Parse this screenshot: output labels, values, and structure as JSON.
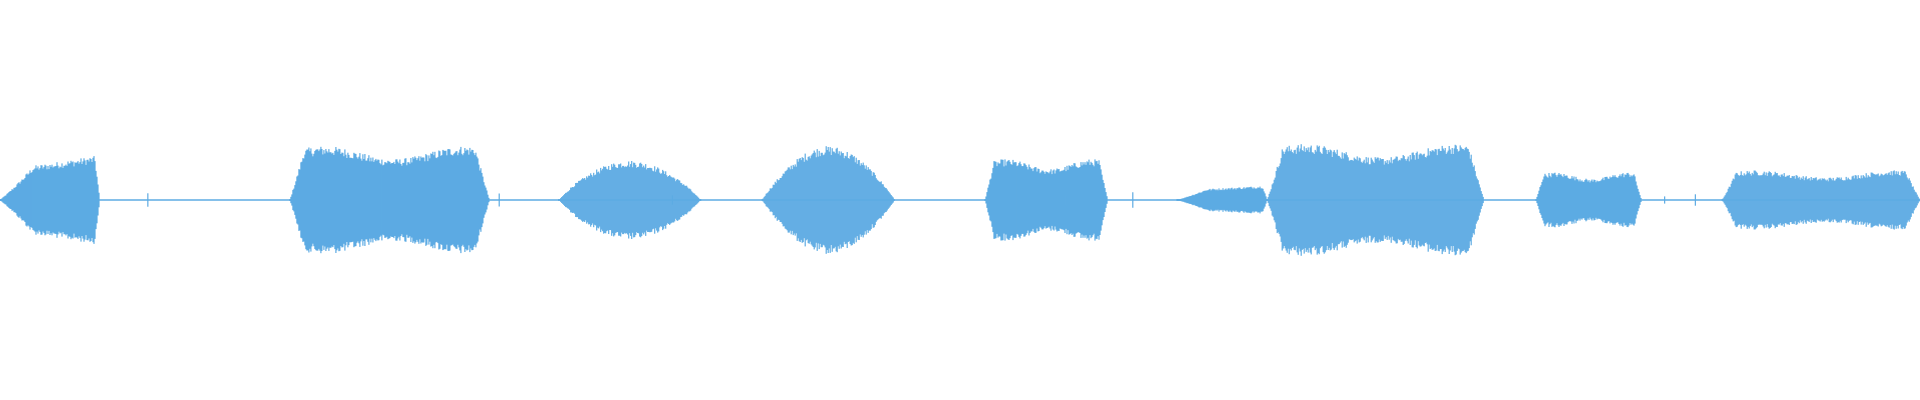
{
  "waveform": {
    "color": "#5dabe3",
    "background": "#ffffff",
    "segments": [
      {
        "start": 0.0,
        "end": 0.052,
        "amplitude": 0.68,
        "shape": "rise"
      },
      {
        "start": 0.151,
        "end": 0.255,
        "amplitude": 0.82,
        "shape": "plateau"
      },
      {
        "start": 0.291,
        "end": 0.365,
        "amplitude": 0.6,
        "shape": "dome"
      },
      {
        "start": 0.397,
        "end": 0.466,
        "amplitude": 0.82,
        "shape": "peak"
      },
      {
        "start": 0.513,
        "end": 0.577,
        "amplitude": 0.62,
        "shape": "plateau"
      },
      {
        "start": 0.613,
        "end": 0.66,
        "amplitude": 0.22,
        "shape": "rise"
      },
      {
        "start": 0.66,
        "end": 0.773,
        "amplitude": 0.85,
        "shape": "plateau"
      },
      {
        "start": 0.8,
        "end": 0.855,
        "amplitude": 0.42,
        "shape": "plateau"
      },
      {
        "start": 0.897,
        "end": 1.0,
        "amplitude": 0.45,
        "shape": "plateau"
      }
    ]
  }
}
